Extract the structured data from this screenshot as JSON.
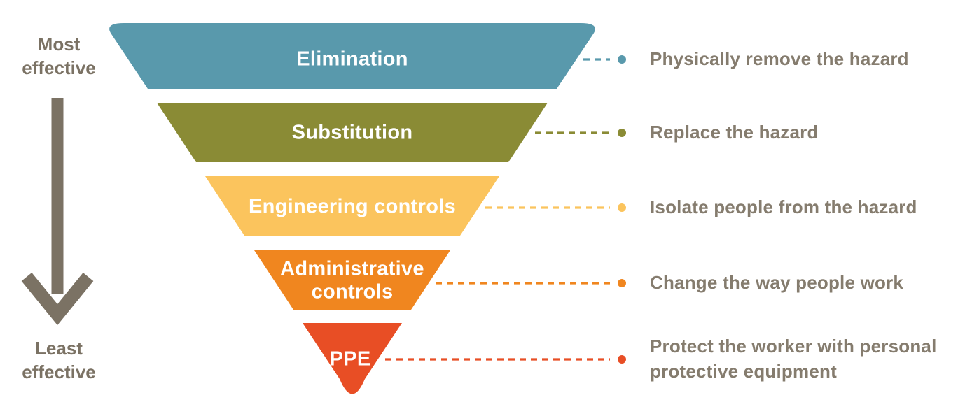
{
  "diagram": {
    "left_scale": {
      "top_label": "Most effective",
      "bottom_label": "Least effective"
    },
    "levels": [
      {
        "name": "Elimination",
        "description": "Physically remove the hazard",
        "color": "#5999AC"
      },
      {
        "name": "Substitution",
        "description": "Replace the hazard",
        "color": "#8A8B35"
      },
      {
        "name": "Engineering controls",
        "description": "Isolate people from the hazard",
        "color": "#FBC45D"
      },
      {
        "name": "Administrative controls",
        "description": "Change the way people work",
        "color": "#F0861F"
      },
      {
        "name": "PPE",
        "description": "Protect the worker with personal protective equipment",
        "color": "#E84E25"
      }
    ],
    "palette": {
      "level_label_text": "#FFFFFF",
      "annotation_text": "#857C6E",
      "arrow": "#7B7264"
    }
  }
}
